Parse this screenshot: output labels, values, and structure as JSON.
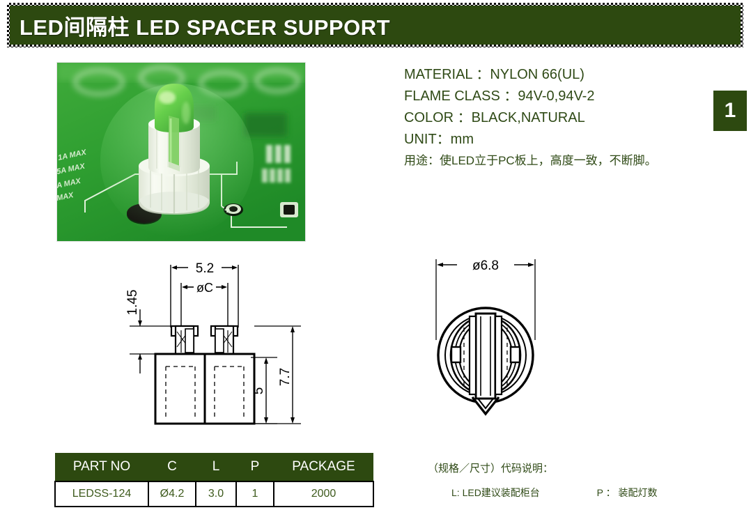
{
  "header": {
    "title": "LED间隔柱 LED SPACER SUPPORT",
    "bar_color": "#2d4910",
    "title_color": "#ffffff"
  },
  "page_badge": {
    "number": "1",
    "bg_color": "#2d4910"
  },
  "photo": {
    "alt_name": "led-spacer-on-pcb-photo",
    "description": "Green LED mounted in white nylon spacer support on green printed circuit board",
    "pcb_color": "#2f9b2f",
    "led_color": "#63c948",
    "spacer_color": "#f2f4ea"
  },
  "specs": [
    {
      "label": "MATERIAL",
      "separator": "：",
      "value": "NYLON 66(UL)",
      "text": "MATERIAL ：NYLON 66(UL)"
    },
    {
      "label": "FLAME CLASS",
      "separator": "：",
      "value": "94V-0,94V-2",
      "text": "FLAME CLASS ：94V-0,94V-2"
    },
    {
      "label": "COLOR",
      "separator": "：",
      "value": "BLACK,NATURAL",
      "text": "COLOR ：BLACK,NATURAL"
    },
    {
      "label": "UNIT",
      "separator": "：",
      "value": "mm",
      "text": "UNIT：mm"
    },
    {
      "label": "用途",
      "separator": "：",
      "value": "使LED立于PC板上，高度一致，不断脚。",
      "text": "用途：使LED立于PC板上，高度一致，不断脚。"
    }
  ],
  "drawings": {
    "front_view": {
      "name": "front-view-section-drawing",
      "dimensions": {
        "overall_width": "5.2",
        "inner_diameter": "øC",
        "top_clip_height": "1.45",
        "body_height": "5",
        "total_height": "7.7"
      }
    },
    "top_view": {
      "name": "top-view-drawing",
      "dimensions": {
        "outer_diameter": "ø6.8"
      }
    }
  },
  "table": {
    "headers": [
      "PART NO",
      "C",
      "L",
      "P",
      "PACKAGE"
    ],
    "rows": [
      {
        "part_no": "LEDSS-124",
        "c": "Ø4.2",
        "l": "3.0",
        "p": "1",
        "package": "2000"
      }
    ],
    "header_bg": "#2d4910",
    "header_color": "#ffffff",
    "cell_color": "#3d5a1c"
  },
  "legend": {
    "title": "（规格／尺寸）代码说明：",
    "code_l": "L: LED建议装配柜台",
    "code_p": "P ： 装配灯数"
  }
}
